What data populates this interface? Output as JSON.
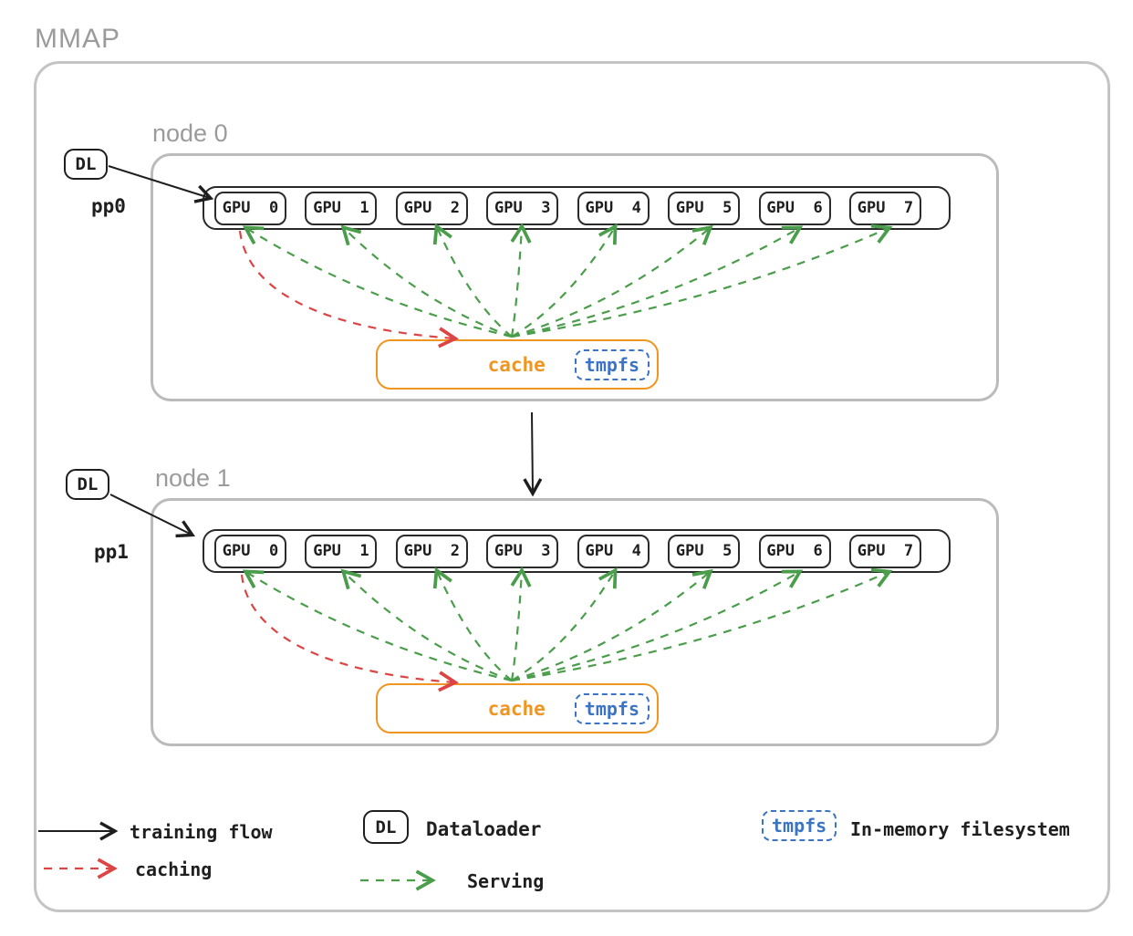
{
  "title": "MMAP",
  "nodes": [
    {
      "label": "node 0",
      "dataloader_label": "DL",
      "pp_label": "pp0",
      "gpus": [
        "GPU  0",
        "GPU  1",
        "GPU  2",
        "GPU  3",
        "GPU  4",
        "GPU  5",
        "GPU  6",
        "GPU  7"
      ],
      "cache_label": "cache",
      "tmpfs_label": "tmpfs"
    },
    {
      "label": "node 1",
      "dataloader_label": "DL",
      "pp_label": "pp1",
      "gpus": [
        "GPU  0",
        "GPU  1",
        "GPU  2",
        "GPU  3",
        "GPU  4",
        "GPU  5",
        "GPU  6",
        "GPU  7"
      ],
      "cache_label": "cache",
      "tmpfs_label": "tmpfs"
    }
  ],
  "legend": {
    "training_flow": "training flow",
    "caching": "caching",
    "dataloader_symbol": "DL",
    "dataloader": "Dataloader",
    "serving": "Serving",
    "tmpfs_symbol": "tmpfs",
    "in_memory_filesystem": "In-memory filesystem"
  },
  "colors": {
    "cache_orange": "#ef9522",
    "tmpfs_blue": "#3b74c4",
    "serving_green": "#4a9d4a",
    "caching_red": "#dd4444",
    "frame_gray": "#bbbbbb",
    "label_gray": "#9b9b9b",
    "ink": "#1e1e1e"
  }
}
